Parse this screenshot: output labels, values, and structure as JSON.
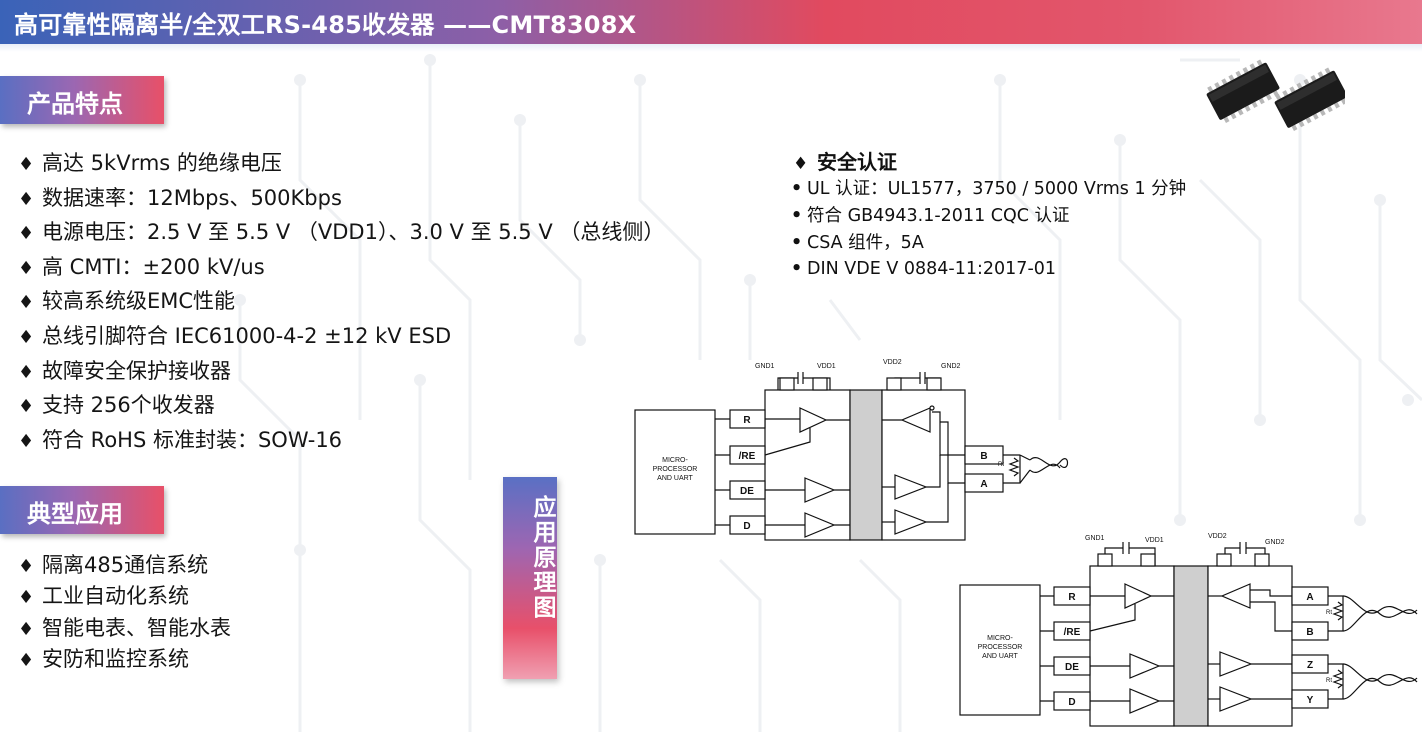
{
  "header": {
    "title": "高可靠性隔离半/全双工RS-485收发器 ——CMT8308X"
  },
  "features": {
    "tag": "产品特点",
    "bullet": "♦",
    "items": [
      "高达 5kVrms 的绝缘电压",
      "数据速率：12Mbps、500Kbps",
      "电源电压：2.5 V 至 5.5 V （VDD1）、3.0 V 至 5.5 V （总线侧）",
      "高 CMTI：±200 kV/us",
      "较高系统级EMC性能",
      "总线引脚符合 IEC61000-4-2 ±12 kV ESD",
      "故障安全保护接收器",
      "支持 256个收发器",
      "符合 RoHS 标准封装：SOW-16"
    ]
  },
  "applications": {
    "tag": "典型应用",
    "items": [
      "隔离485通信系统",
      "工业自动化系统",
      "智能电表、智能水表",
      "安防和监控系统"
    ]
  },
  "safety": {
    "title": "安全认证",
    "items": [
      "UL 认证：UL1577，3750 / 5000 Vrms 1 分钟",
      "符合 GB4943.1-2011 CQC 认证",
      "CSA 组件，5A",
      "DIN VDE V 0884-11:2017-01"
    ]
  },
  "vertical_tag": "应用原理图",
  "diagram_half": {
    "gnd1": "GND1",
    "vdd1": "VDD1",
    "vdd2": "VDD2",
    "gnd2": "GND2",
    "mcu": [
      "MICRO-",
      "PROCESSOR",
      "AND UART"
    ],
    "pins_left": [
      "R",
      "/RE",
      "DE",
      "D"
    ],
    "pins_right": [
      "B",
      "A"
    ],
    "rt": "Rt"
  },
  "diagram_full": {
    "gnd1": "GND1",
    "vdd1": "VDD1",
    "vdd2": "VDD2",
    "gnd2": "GND2",
    "mcu": [
      "MICRO-",
      "PROCESSOR",
      "AND UART"
    ],
    "pins_left": [
      "R",
      "/RE",
      "DE",
      "D"
    ],
    "pins_right": [
      "A",
      "B",
      "Z",
      "Y"
    ],
    "rt": "Rt"
  },
  "colors": {
    "header_start": "#3a63b8",
    "header_end": "#e8788e",
    "accent_red": "#e14a5f",
    "accent_blue": "#5a6fc2"
  }
}
